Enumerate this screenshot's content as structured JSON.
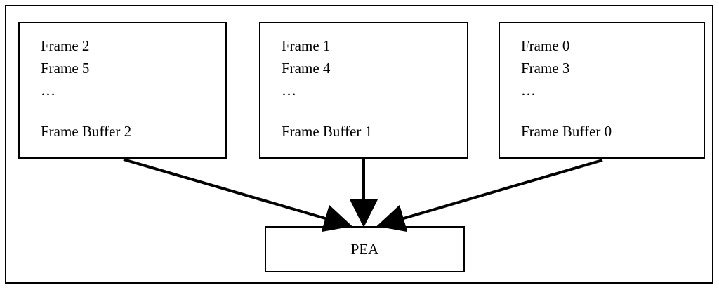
{
  "buffers": [
    {
      "lines": [
        "Frame 2",
        "Frame 5",
        "…"
      ],
      "label": "Frame Buffer 2"
    },
    {
      "lines": [
        "Frame 1",
        "Frame 4",
        "…"
      ],
      "label": "Frame Buffer 1"
    },
    {
      "lines": [
        "Frame 0",
        "Frame 3",
        "…"
      ],
      "label": "Frame Buffer 0"
    }
  ],
  "pea": {
    "label": "PEA"
  }
}
